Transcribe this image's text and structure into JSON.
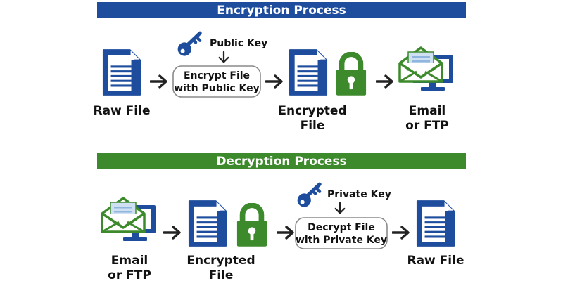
{
  "colors": {
    "blue": "#1e4d9e",
    "green": "#3d8a2c",
    "arrow": "#222222",
    "box_border": "#8a8a8a"
  },
  "icons": [
    "document-icon",
    "key-icon",
    "padlock-icon",
    "email-monitor-icon",
    "arrow-icon"
  ],
  "encryption": {
    "title": "Encryption Process",
    "raw_file": "Raw File",
    "key_label": "Public Key",
    "box_line1": "Encrypt File",
    "box_line2": "with Public Key",
    "encrypted_line1": "Encrypted",
    "encrypted_line2": "File",
    "email_line1": "Email",
    "email_line2": "or FTP"
  },
  "decryption": {
    "title": "Decryption Process",
    "email_line1": "Email",
    "email_line2": "or FTP",
    "encrypted_line1": "Encrypted",
    "encrypted_line2": "File",
    "key_label": "Private Key",
    "box_line1": "Decrypt File",
    "box_line2": "with Private Key",
    "raw_file": "Raw File"
  }
}
